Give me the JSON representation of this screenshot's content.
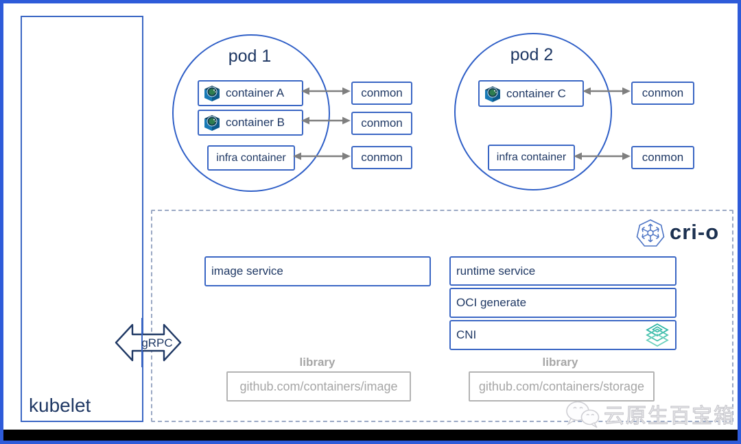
{
  "diagram": {
    "kubelet_label": "kubelet",
    "grpc_label": "gRPC",
    "conmon_label": "conmon",
    "pods": [
      {
        "label": "pod 1",
        "containers": [
          {
            "label": "container A"
          },
          {
            "label": "container B"
          },
          {
            "label": "infra container"
          }
        ]
      },
      {
        "label": "pod 2",
        "containers": [
          {
            "label": "container C"
          },
          {
            "label": "infra container"
          }
        ]
      }
    ],
    "crio": {
      "brand": "cri-o",
      "services": {
        "image": "image service",
        "runtime": "runtime service",
        "oci": "OCI generate",
        "cni": "CNI"
      },
      "libraries": [
        {
          "heading": "library",
          "path": "github.com/containers/image"
        },
        {
          "heading": "library",
          "path": "github.com/containers/storage"
        }
      ]
    },
    "watermark_text": "云原生百宝箱"
  },
  "colors": {
    "frame_blue": "#2e5bd9",
    "box_border_blue": "#3a66c4",
    "text_navy": "#1f3864",
    "crio_brand_navy": "#1b3050",
    "dashed_border": "#9aa8c4",
    "connector_gray": "#7f7f7f",
    "library_gray": "#a6a6a6",
    "cni_teal": "#2cb5a5",
    "watermark_gray": "#c9c9ce",
    "bottom_bar_black": "#000000"
  }
}
